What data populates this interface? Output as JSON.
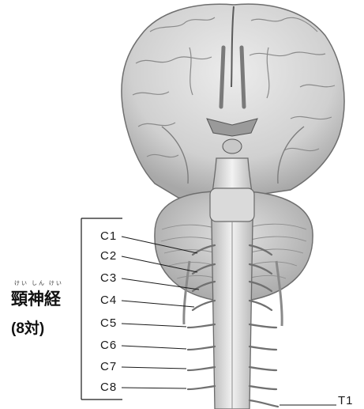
{
  "group": {
    "furigana": "けい しん けい",
    "title": "頸神経",
    "count": "(8対)"
  },
  "nerve_labels": [
    "C1",
    "C2",
    "C3",
    "C4",
    "C5",
    "C6",
    "C7",
    "C8"
  ],
  "end_label": "T1",
  "colors": {
    "ink": "#1a1a1a",
    "tissue": "#d6d6d6",
    "tissue_dark": "#8f8f8f",
    "background": "#ffffff"
  }
}
